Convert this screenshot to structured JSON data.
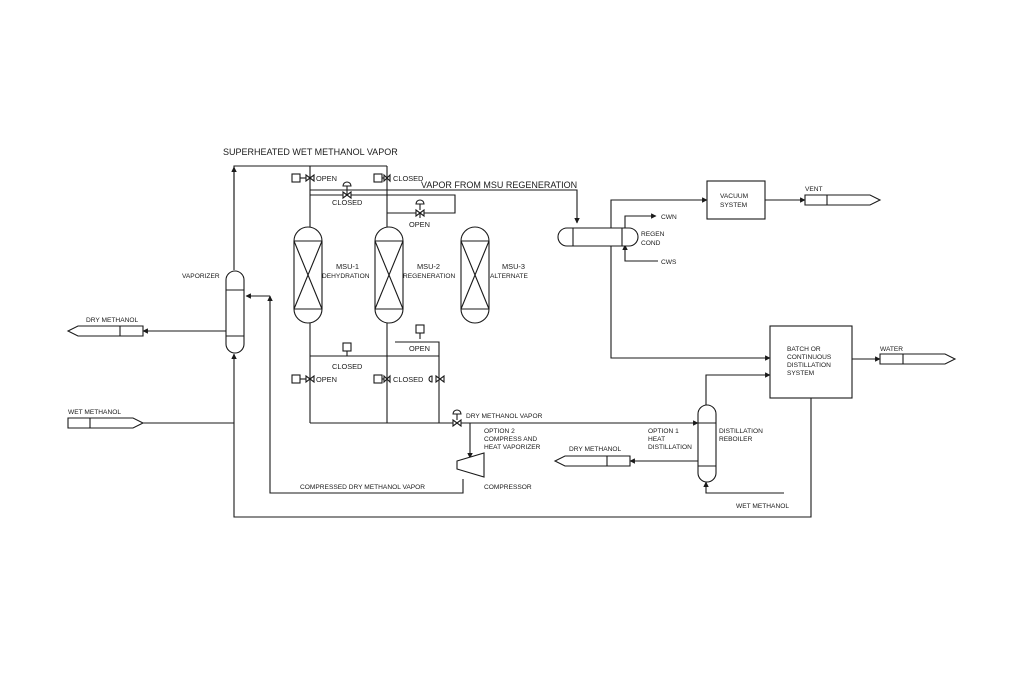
{
  "diagram": {
    "top_stream": "SUPERHEATED WET METHANOL VAPOR",
    "regen_stream": "VAPOR FROM MSU REGENERATION",
    "valves": {
      "top_left": "OPEN",
      "top_mid": "CLOSED",
      "top_right": "CLOSED",
      "top_bypass": "OPEN",
      "bottom_upper": "OPEN",
      "bottom_mid": "CLOSED",
      "bottom_left": "OPEN",
      "bottom_right": "CLOSED"
    },
    "vaporizer": "VAPORIZER",
    "units": [
      {
        "name": "MSU-1",
        "role": "DEHYDRATION"
      },
      {
        "name": "MSU-2",
        "role": "REGENERATION"
      },
      {
        "name": "MSU-3",
        "role": "ALTERNATE"
      }
    ],
    "regen_cond": [
      "REGEN",
      "COND"
    ],
    "cwn": "CWN",
    "cws": "CWS",
    "vacuum_system": [
      "VACUUM",
      "SYSTEM"
    ],
    "vent": "VENT",
    "distillation_system": [
      "BATCH OR",
      "CONTINUOUS",
      "DISTILLATION",
      "SYSTEM"
    ],
    "water": "WATER",
    "dry_methanol_left": "DRY METHANOL",
    "wet_methanol_left": "WET METHANOL",
    "dry_methanol_vapor": "DRY METHANOL VAPOR",
    "option2": [
      "OPTION 2",
      "COMPRESS AND",
      "HEAT VAPORIZER"
    ],
    "option1": [
      "OPTION 1",
      "HEAT",
      "DISTILLATION"
    ],
    "distillation_reboiler": [
      "DISTILLATION",
      "REBOILER"
    ],
    "dry_methanol_product": "DRY METHANOL",
    "compressed_vapor": "COMPRESSED DRY METHANOL VAPOR",
    "compressor": "COMPRESSOR",
    "wet_methanol_return": "WET METHANOL"
  }
}
